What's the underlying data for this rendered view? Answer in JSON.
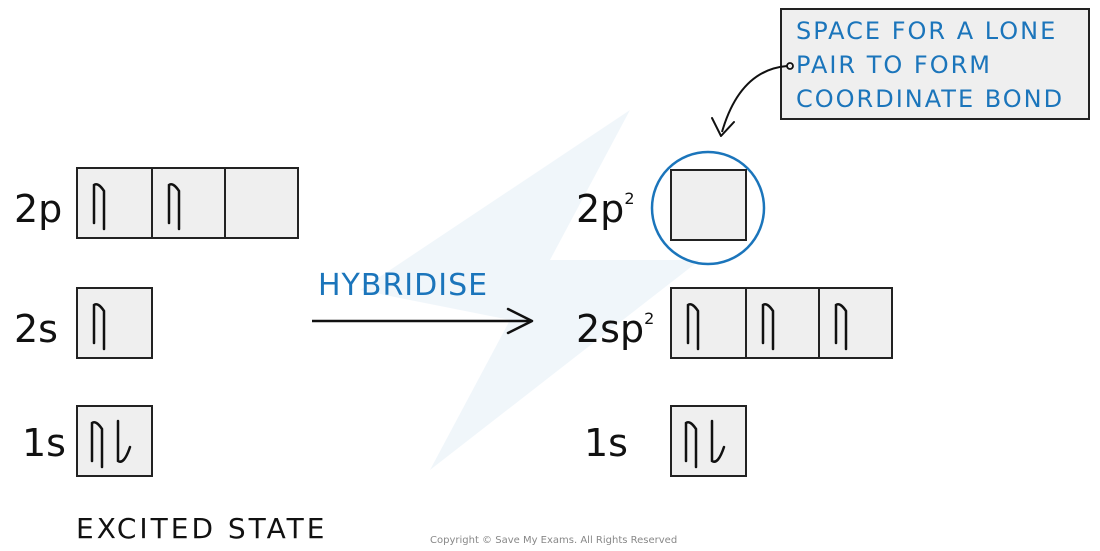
{
  "left": {
    "label_2p": "2p",
    "label_2s": "2s",
    "label_1s": "1s",
    "state_caption": "EXCITED STATE"
  },
  "right": {
    "label_2p_base": "2p",
    "label_2p_sup": "2",
    "label_2sp_base": "2sp",
    "label_2sp_sup": "2",
    "label_1s": "1s"
  },
  "arrow": {
    "label": "HYBRIDISE"
  },
  "callout": {
    "line1": "SPACE FOR A LONE",
    "line2": "PAIR TO FORM",
    "line3": "COORDINATE BOND"
  },
  "footer": {
    "copyright": "Copyright © Save My Exams. All Rights Reserved"
  },
  "colors": {
    "accent": "#1b75bb",
    "box_fill": "#efefef",
    "ink": "#222222"
  }
}
